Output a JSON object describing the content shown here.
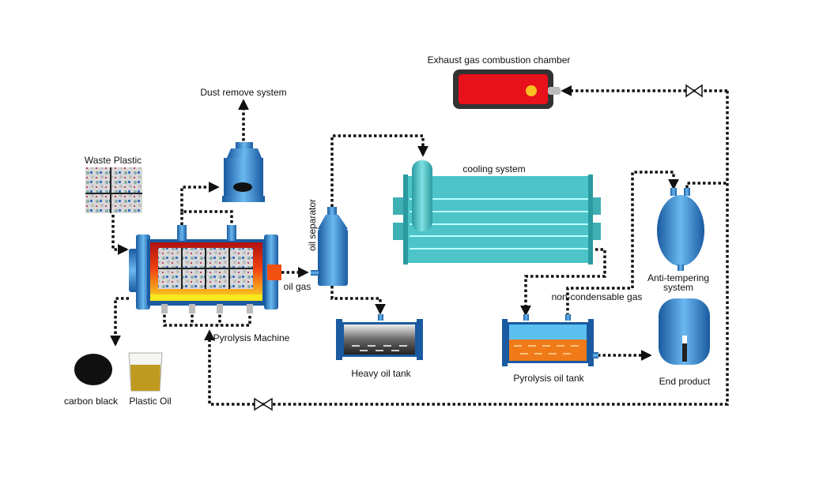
{
  "labels": {
    "exhaust": "Exhaust gas combustion chamber",
    "dust": "Dust remove system",
    "waste_plastic": "Waste Plastic",
    "oil_separator": "oil separator",
    "cooling": "cooling system",
    "oil_gas": "oil gas",
    "pyrolysis_machine": "Pyrolysis Machine",
    "heavy_oil_tank": "Heavy oil tank",
    "pyrolysis_oil_tank": "Pyrolysis oil tank",
    "non_condensable_gas": "non-condensable gas",
    "anti_tempering_1": "Anti-tempering",
    "anti_tempering_2": "system",
    "end_product": "End product",
    "carbon_black": "carbon black",
    "plastic_oil": "Plastic Oil"
  },
  "colors": {
    "vessel_blue": "#2f7fc8",
    "cooling_teal": "#4cc4c8",
    "chamber_red": "#e8101a",
    "oil_orange": "#f07a18",
    "flame_yellow": "#f8e81c"
  }
}
